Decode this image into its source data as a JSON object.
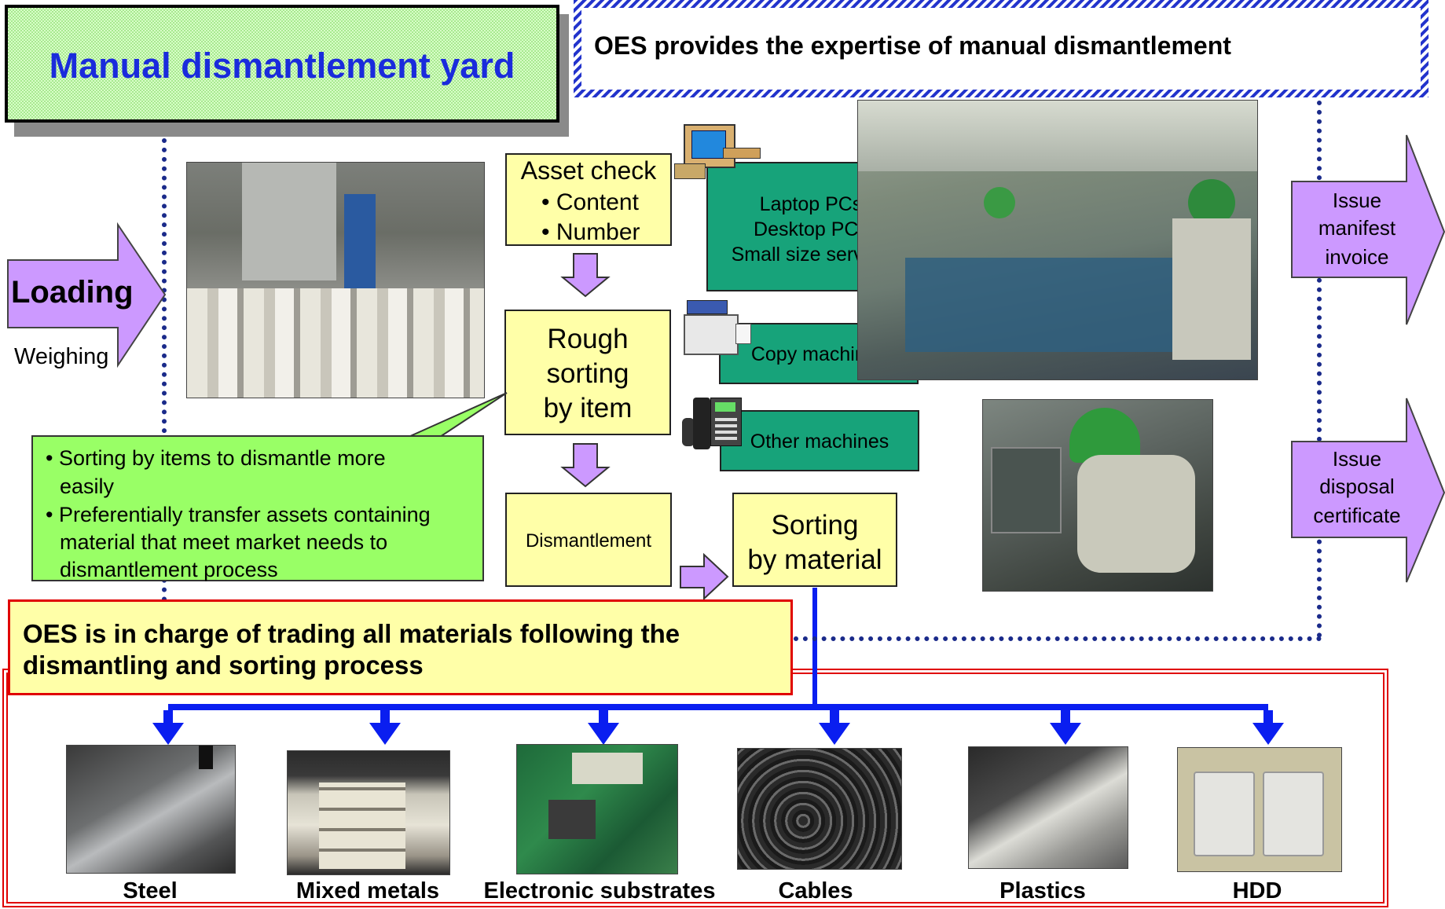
{
  "header": {
    "yard_title": "Manual dismantlement yard",
    "expertise_banner": "OES provides the expertise of manual dismantlement"
  },
  "inbound": {
    "loading_label": "Loading",
    "weighing_label": "Weighing"
  },
  "process": {
    "asset_check_title": "Asset check",
    "asset_check_items": [
      "• Content",
      "• Number"
    ],
    "rough_sorting": [
      "Rough",
      "sorting",
      "by item"
    ],
    "dismantlement": "Dismantlement",
    "sorting_material": [
      "Sorting",
      "by material"
    ]
  },
  "categories": {
    "computers": [
      "Laptop PCs",
      "Desktop PCs",
      "Small size servers"
    ],
    "copy": "Copy machines",
    "other": "Other machines"
  },
  "callout": {
    "bullets": [
      [
        "• Sorting by items to dismantle more",
        "easily"
      ],
      [
        "• Preferentially transfer assets containing",
        "material that meet  market needs to",
        "dismantlement process"
      ]
    ]
  },
  "outputs": {
    "manifest": [
      "Issue",
      "manifest",
      "invoice"
    ],
    "certificate": [
      "Issue",
      "disposal",
      "certificate"
    ]
  },
  "trading_note": [
    "OES is in charge of trading all materials following the",
    "dismantling and sorting process"
  ],
  "materials": [
    "Steel",
    "Mixed metals",
    "Electronic substrates",
    "Cables",
    "Plastics",
    "HDD"
  ],
  "colors": {
    "yard_fill": "#c6f7b2",
    "yard_text": "#1a2bdc",
    "arrow_purple": "#cc99ff",
    "note_yellow": "#ffffa8",
    "category_teal": "#17a37a",
    "callout_green": "#99ff66",
    "flow_blue": "#0a1ef0",
    "frame_red": "#e00000"
  }
}
